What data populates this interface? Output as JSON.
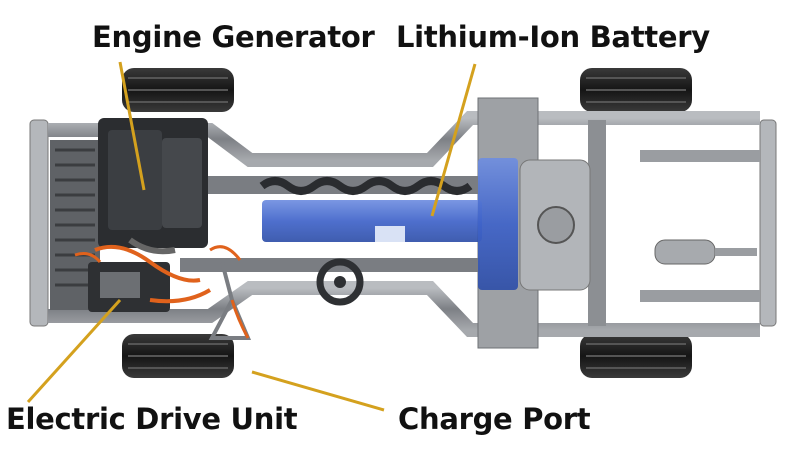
{
  "labels": {
    "engine_generator": "Engine Generator",
    "battery": "Lithium-Ion Battery",
    "drive_unit": "Electric Drive Unit",
    "charge_port": "Charge Port"
  },
  "colors": {
    "leader_line": "#d4a11e",
    "battery_blue": "#3f63c9",
    "chassis_gray": "#8a8d91",
    "orange_cable": "#e0621c",
    "tire": "#222222"
  }
}
